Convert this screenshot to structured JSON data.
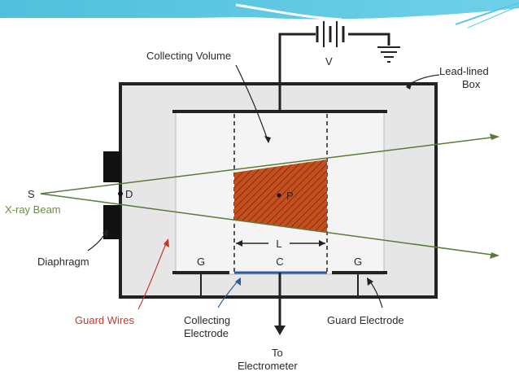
{
  "labels": {
    "collecting_volume": "Collecting Volume",
    "voltage": "V",
    "lead_lined_1": "Lead-lined",
    "lead_lined_2": "Box",
    "source": "S",
    "diaphragm_point": "D",
    "point_p": "P",
    "xray_beam": "X-ray Beam",
    "diaphragm": "Diaphragm",
    "length": "L",
    "guard_left": "G",
    "collector": "C",
    "guard_right": "G",
    "guard_wires": "Guard Wires",
    "collecting_electrode_1": "Collecting",
    "collecting_electrode_2": "Electrode",
    "guard_electrode": "Guard Electrode",
    "to_1": "To",
    "to_2": "Electrometer"
  },
  "colors": {
    "banner": "#5bc6e0",
    "box_fill": "#e6e6e6",
    "chamber_fill": "#f4f4f4",
    "region_fill": "#c4501f",
    "beam": "#5a7a3a",
    "line": "#222222"
  }
}
